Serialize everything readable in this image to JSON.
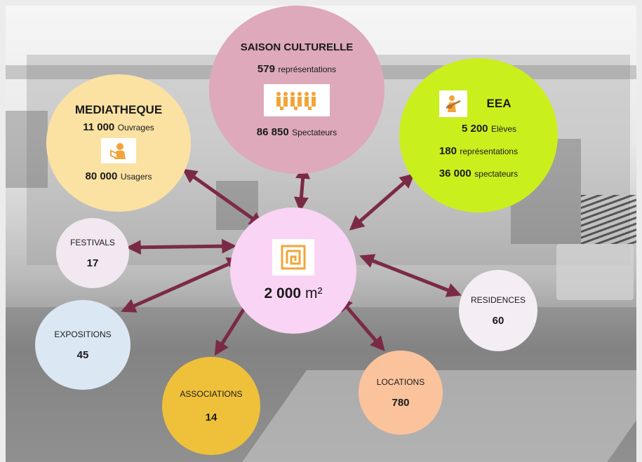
{
  "hub": {
    "value": "2 000",
    "unit": "m²",
    "icon": "maze-logo-icon",
    "color": "#fad4f4"
  },
  "mediatheque": {
    "title": "MEDIATHEQUE",
    "line1_value": "11 000",
    "line1_label": "Ouvrages",
    "line2_value": "80 000",
    "line2_label": "Usagers",
    "icon": "reader-icon",
    "color": "#fbe2a3"
  },
  "saison": {
    "title": "SAISON CULTURELLE",
    "line1_value": "579",
    "line1_label": "représentations",
    "line2_value": "86 850",
    "line2_label": "Spectateurs",
    "icon": "audience-icon",
    "color": "#dda9bb"
  },
  "eea": {
    "title": "EEA",
    "line1_value": "5 200",
    "line1_label": "Elèves",
    "line2_value": "180",
    "line2_label": "représentations",
    "line3_value": "36 000",
    "line3_label": "spectateurs",
    "icon": "guitarist-icon",
    "color": "#c9ef1d"
  },
  "festivals": {
    "title": "FESTIVALS",
    "value": "17",
    "color": "#f2e8f1"
  },
  "expositions": {
    "title": "EXPOSITIONS",
    "value": "45",
    "color": "#dbe8f4"
  },
  "associations": {
    "title": "ASSOCIATIONS",
    "value": "14",
    "color": "#efc13b"
  },
  "locations": {
    "title": "LOCATIONS",
    "value": "780",
    "color": "#fbc39c"
  },
  "residences": {
    "title": "RESIDENCES",
    "value": "60",
    "color": "#f5edf4"
  },
  "arrow_color": "#7b2a45"
}
